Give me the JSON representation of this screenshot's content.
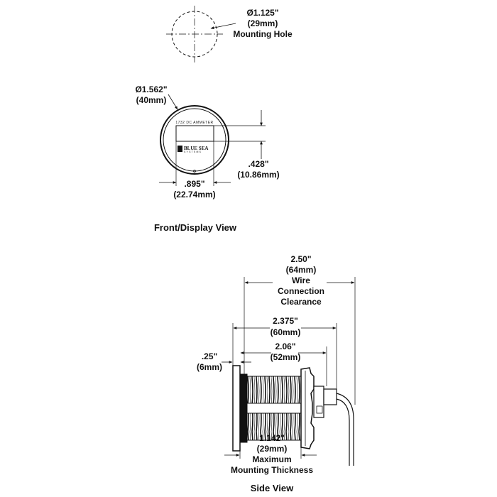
{
  "mounting_hole": {
    "diameter": "Ø1.125\"",
    "diameter_mm": "(29mm)",
    "label": "Mounting Hole"
  },
  "front_view": {
    "diameter": "Ø1.562\"",
    "diameter_mm": "(40mm)",
    "display_text": "1732 DC AMMETER",
    "brand": "BLUE SEA",
    "brand_sub": "SYSTEMS",
    "height_dim": ".428\"",
    "height_dim_mm": "(10.86mm)",
    "width_dim": ".895\"",
    "width_dim_mm": "(22.74mm)",
    "caption": "Front/Display View"
  },
  "side_view": {
    "clearance_dim": "2.50\"",
    "clearance_dim_mm": "(64mm)",
    "clearance_line1": "Wire",
    "clearance_line2": "Connection",
    "clearance_line3": "Clearance",
    "overall_dim": "2.375\"",
    "overall_dim_mm": "(60mm)",
    "body_dim": "2.06\"",
    "body_dim_mm": "(52mm)",
    "bezel_dim": ".25\"",
    "bezel_dim_mm": "(6mm)",
    "thickness_dim": "1.142\"",
    "thickness_dim_mm": "(29mm)",
    "thickness_line1": "Maximum",
    "thickness_line2": "Mounting Thickness",
    "caption": "Side View"
  }
}
